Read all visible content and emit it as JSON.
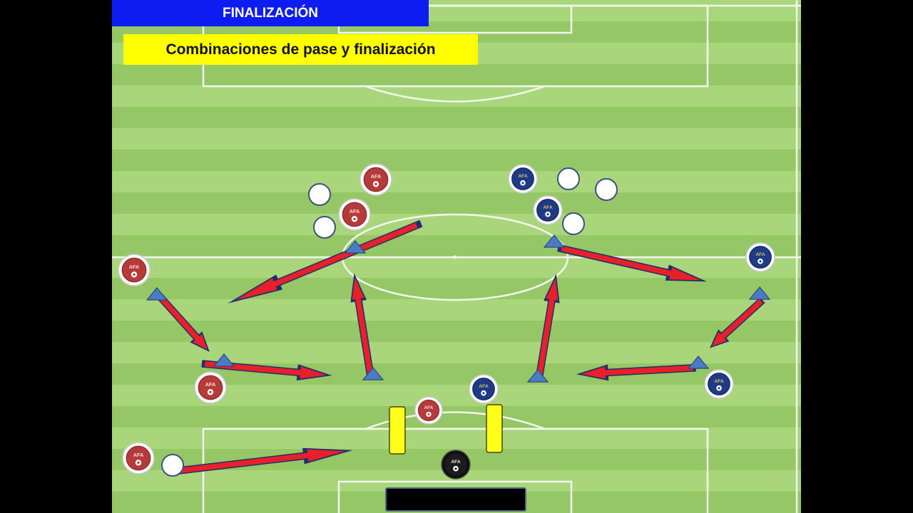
{
  "header": {
    "title": "FINALIZACIÓN",
    "subtitle": "Combinaciones de pase y finalización"
  },
  "badges": {
    "text": "AFA"
  },
  "colors": {
    "title_bg": "#0d1cf0",
    "subtitle_bg": "#ffff00",
    "arrow": "#e8202a",
    "cone": "#4a7bc4",
    "mini_goal": "#ffff1a",
    "team_red": "#b63a3a",
    "team_blue": "#1f3b86"
  },
  "icons": {
    "player_red": "afa-red-badge-icon",
    "player_blue": "afa-blue-badge-icon",
    "goalkeeper": "afa-black-badge-icon",
    "ball": "ball-icon",
    "cone": "cone-marker-icon",
    "pass": "pass-arrow-icon"
  }
}
